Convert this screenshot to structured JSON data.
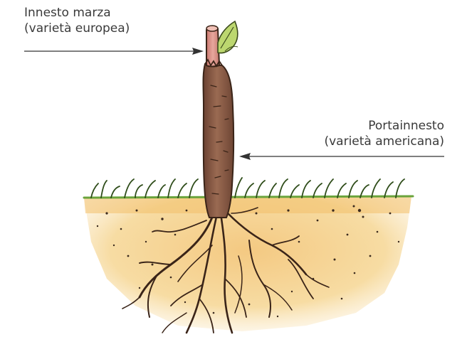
{
  "labels": {
    "scion": {
      "line1": "Innesto marza",
      "line2": "(varietà europea)"
    },
    "rootstock": {
      "line1": "Portainnesto",
      "line2": "(varietà americana)"
    }
  },
  "icons": {
    "scion": "grafted-scion-icon",
    "rootstock": "rootstock-trunk-icon",
    "soil": "soil-cross-section-icon",
    "roots": "roots-icon",
    "grass": "grass-icon",
    "leaf": "leaf-icon"
  },
  "colors": {
    "trunk": "#8a5a44",
    "trunk_dark": "#5a3424",
    "scion": "#d98f86",
    "leaf": "#b9d36a",
    "soil": "#f2c77a",
    "grass": "#4a7a2c",
    "text": "#3a3a3a",
    "arrow": "#333333"
  }
}
